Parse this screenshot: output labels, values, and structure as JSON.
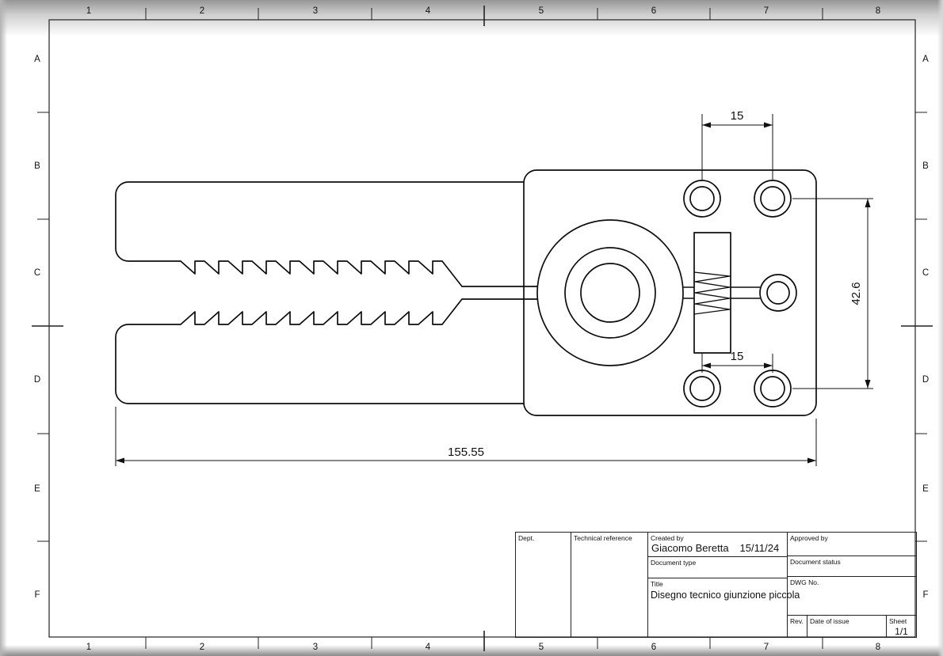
{
  "sheet": {
    "grid_columns": [
      "1",
      "2",
      "3",
      "4",
      "5",
      "6",
      "7",
      "8"
    ],
    "grid_rows": [
      "A",
      "B",
      "C",
      "D",
      "E",
      "F"
    ]
  },
  "dimensions": {
    "top_hole_spacing": "15",
    "bottom_hole_spacing": "15",
    "hole_row_spacing": "42.6",
    "overall_length": "155.55"
  },
  "title_block": {
    "dept_label": "Dept.",
    "technical_reference_label": "Technical reference",
    "created_by_label": "Created by",
    "created_by_value": "Giacomo Beretta",
    "created_date": "15/11/24",
    "approved_by_label": "Approved by",
    "document_type_label": "Document type",
    "document_status_label": "Document status",
    "title_label": "Title",
    "title_value": "Disegno tecnico giunzione piccola",
    "dwg_no_label": "DWG No.",
    "rev_label": "Rev.",
    "date_of_issue_label": "Date of issue",
    "sheet_label": "Sheet",
    "sheet_value": "1/1"
  },
  "colors": {
    "line": "#111111",
    "frame": "#222222",
    "background": "#ffffff"
  }
}
